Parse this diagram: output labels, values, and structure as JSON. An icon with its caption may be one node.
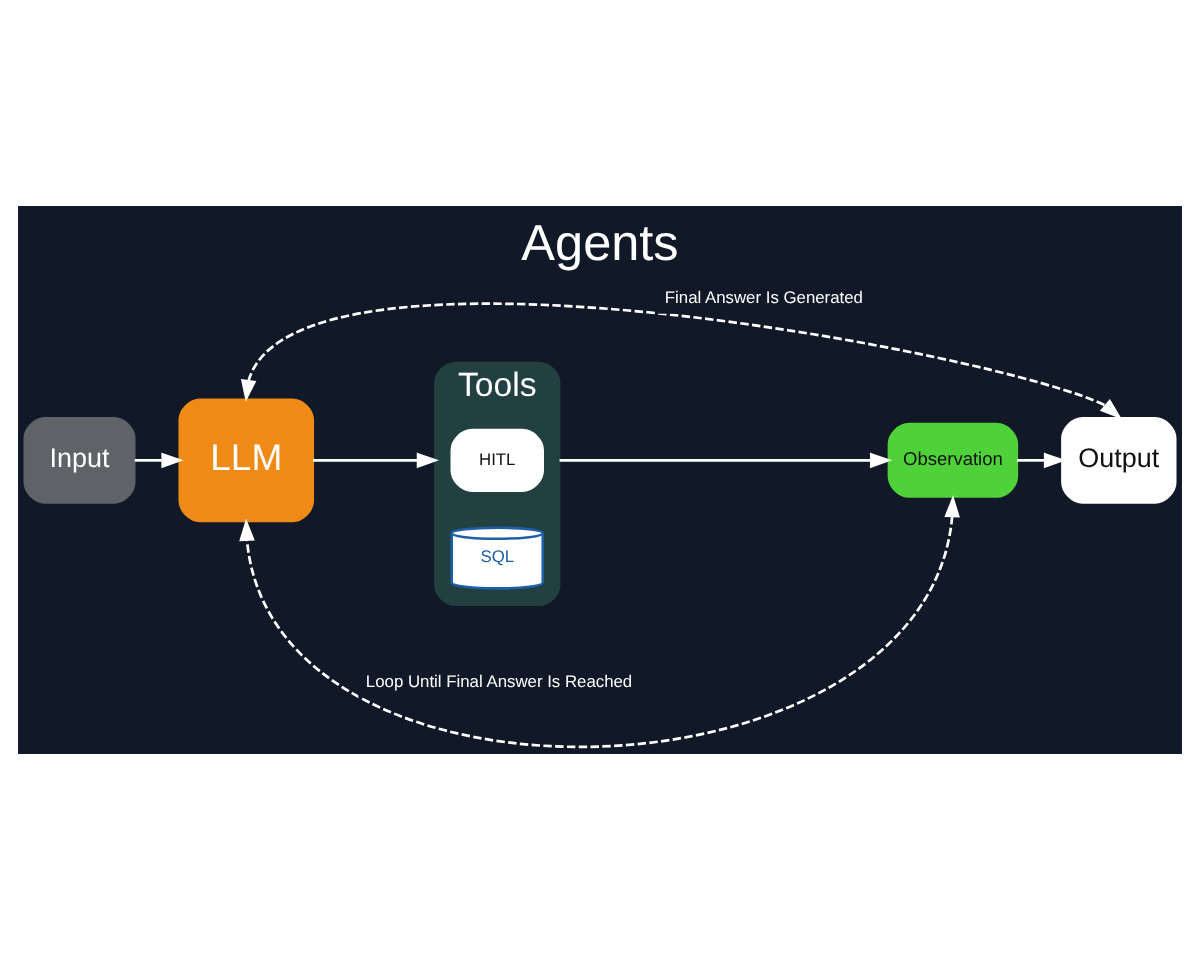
{
  "diagram": {
    "title": "Agents",
    "nodes": [
      {
        "text": [
          "Input"
        ]
      },
      {
        "text": [
          "LLM"
        ]
      },
      {
        "text": [
          "Tools"
        ]
      },
      {
        "text": [
          "HITL"
        ],
        "in": 2
      },
      {
        "text": [
          "SQL"
        ],
        "in": 2
      },
      {
        "text": [
          "Observation"
        ]
      },
      {
        "text": [
          "Output"
        ]
      }
    ],
    "edges": [
      {
        "from": 0,
        "to": 1,
        "arrow": "to"
      },
      {
        "from": 1,
        "to": 2,
        "arrow": "to"
      },
      {
        "from": 2,
        "to": 5,
        "arrow": "to"
      },
      {
        "from": 5,
        "to": 6,
        "arrow": "to"
      },
      {
        "from": 1,
        "to": 6,
        "arrow": "both",
        "style": "dashed",
        "label": "Final Answer Is Generated"
      },
      {
        "from": 5,
        "to": 1,
        "arrow": "both",
        "style": "dashed",
        "label": "Loop Until Final Answer Is Reached"
      }
    ]
  }
}
